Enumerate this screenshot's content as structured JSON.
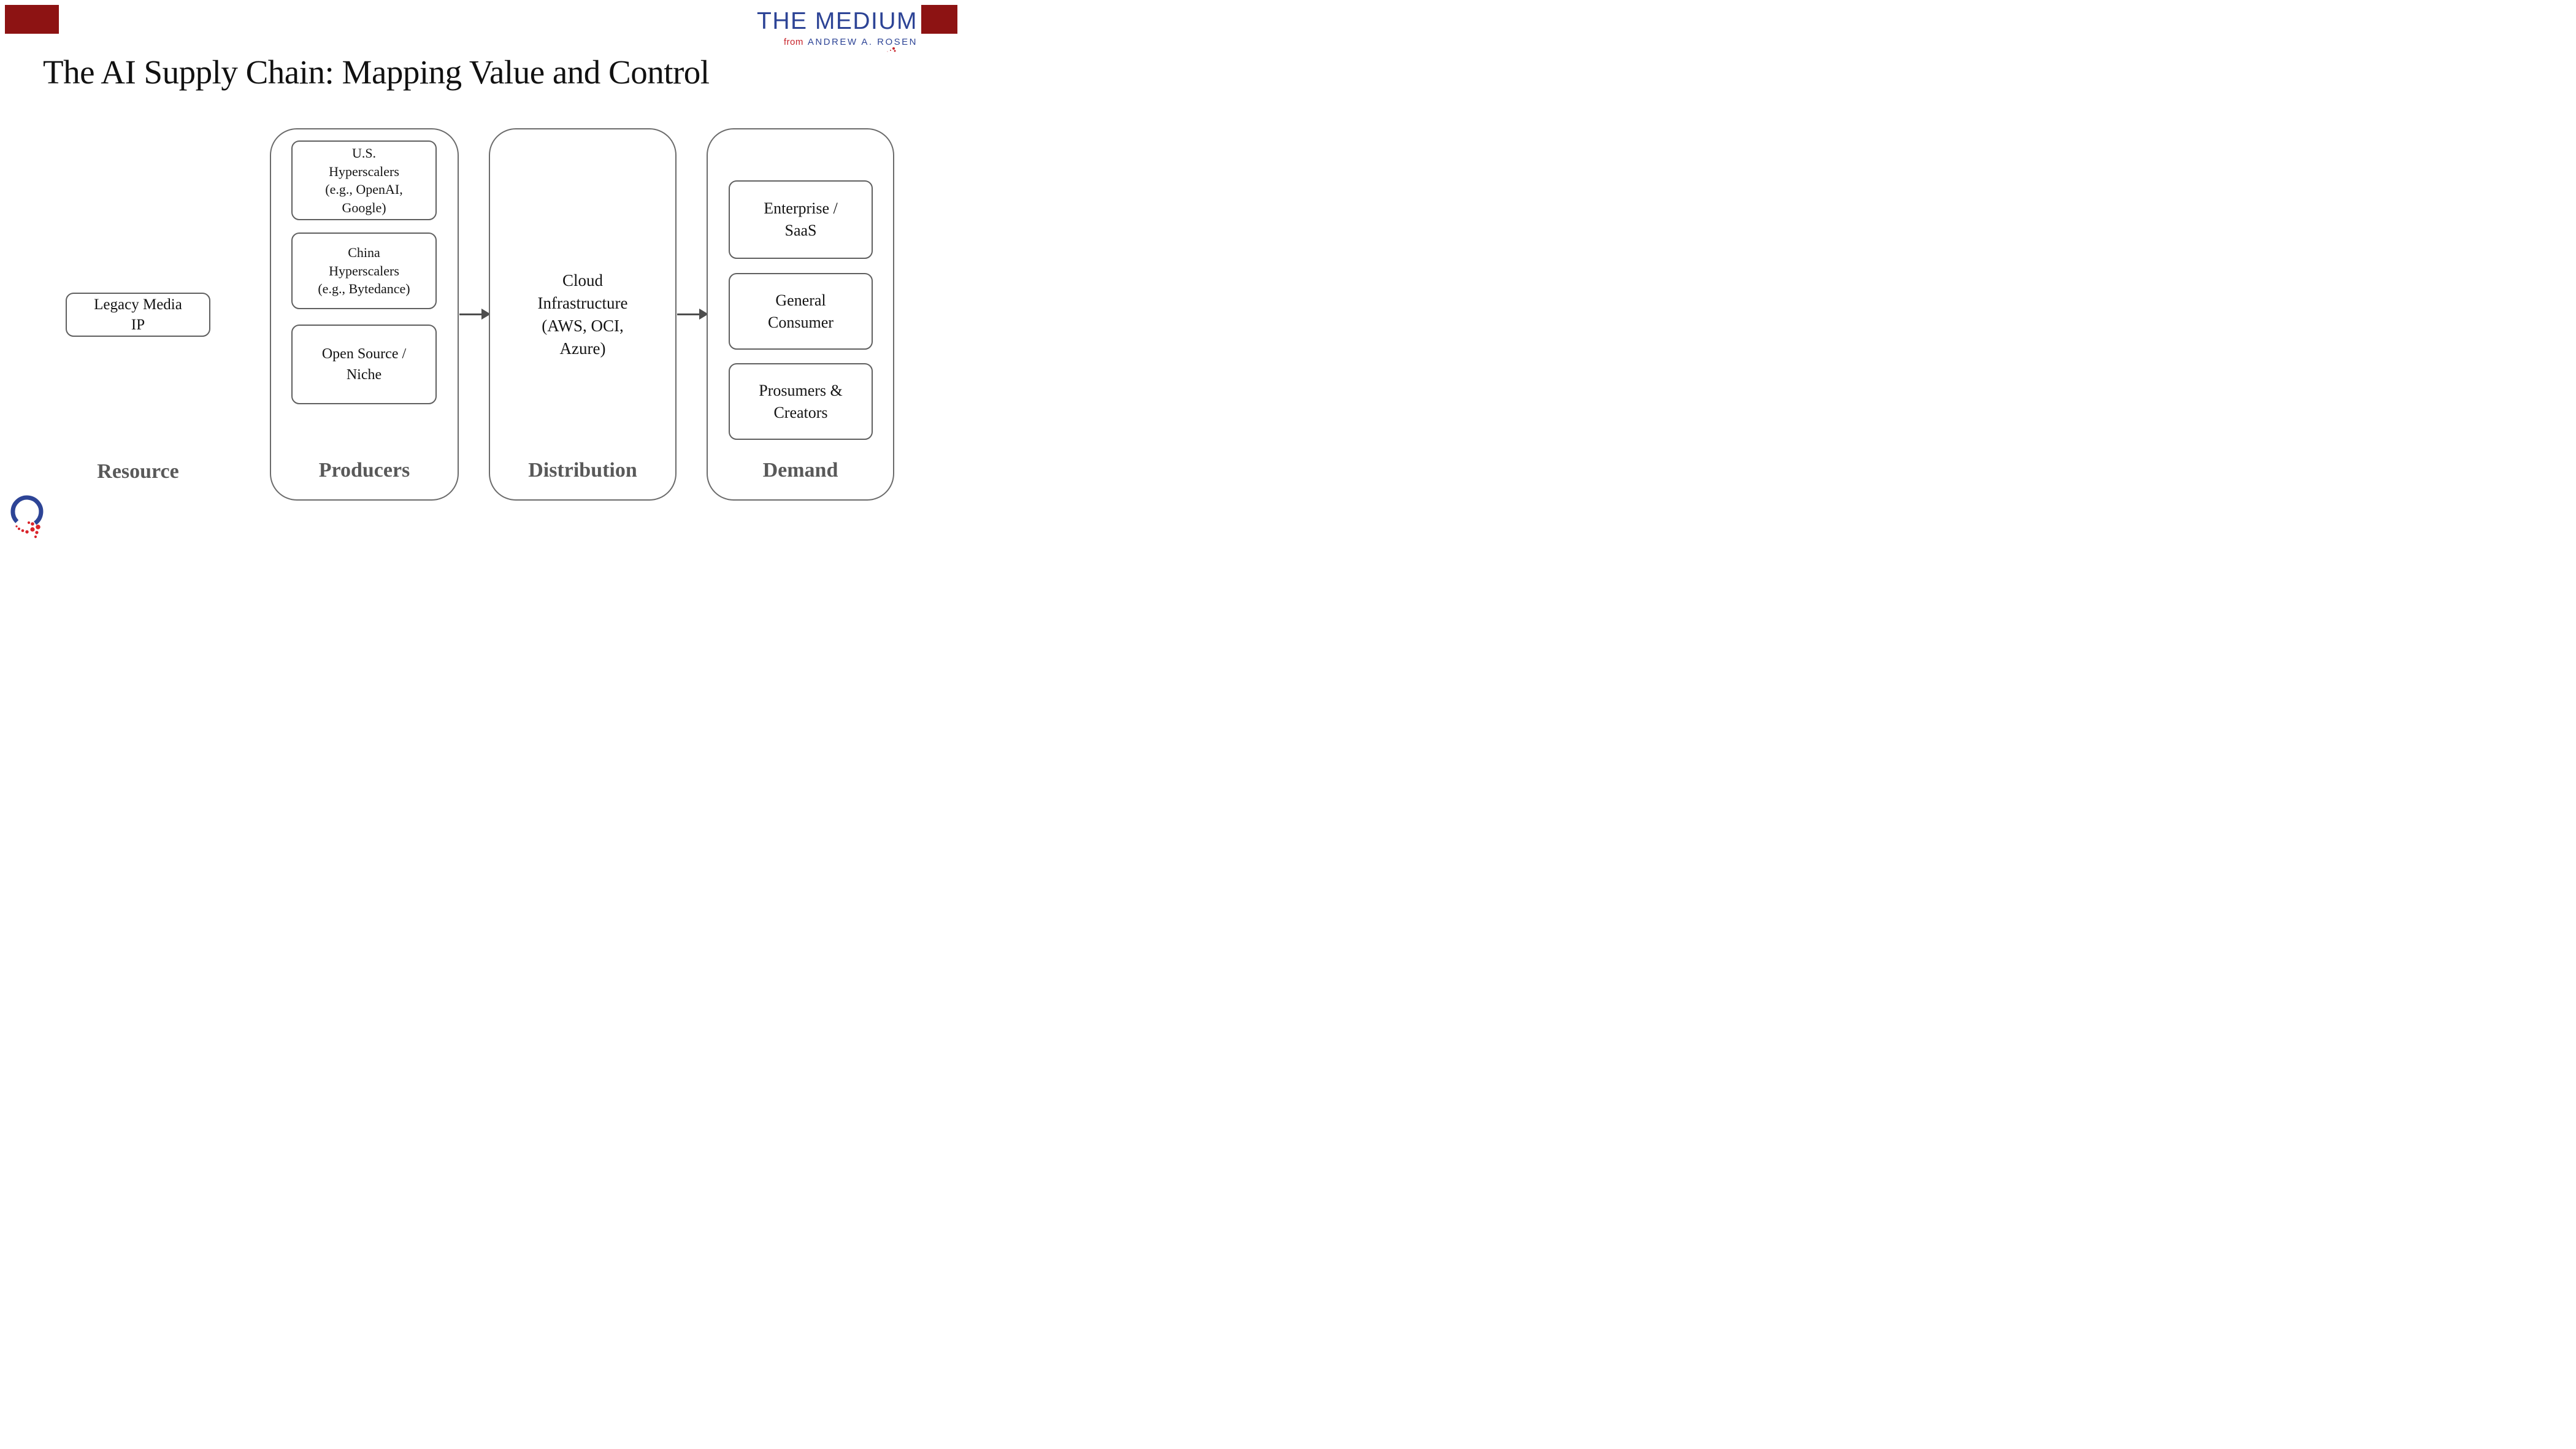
{
  "brand": {
    "title": "THE MEDIUM",
    "from_word": "from",
    "author": "ANDREW A. ROSEN"
  },
  "slide": {
    "title": "The AI Supply Chain: Mapping Value and Control"
  },
  "columns": [
    {
      "id": "resource",
      "label": "Resource",
      "boxes": [
        {
          "lines": [
            "Legacy Media",
            "IP"
          ]
        }
      ]
    },
    {
      "id": "producers",
      "label": "Producers",
      "boxes": [
        {
          "lines": [
            "U.S.",
            "Hyperscalers",
            "(e.g., OpenAI,",
            "Google)"
          ]
        },
        {
          "lines": [
            "China",
            "Hyperscalers",
            "(e.g., Bytedance)"
          ]
        },
        {
          "lines": [
            "Open Source /",
            "Niche"
          ]
        }
      ]
    },
    {
      "id": "distribution",
      "label": "Distribution",
      "center_lines": [
        "Cloud",
        "Infrastructure",
        "(AWS, OCI,",
        "Azure)"
      ]
    },
    {
      "id": "demand",
      "label": "Demand",
      "boxes": [
        {
          "lines": [
            "Enterprise /",
            "SaaS"
          ]
        },
        {
          "lines": [
            "General",
            "Consumer"
          ]
        },
        {
          "lines": [
            "Prosumers &",
            "Creators"
          ]
        }
      ]
    }
  ],
  "arrows": [
    {
      "from": "Producers",
      "to": "Distribution"
    },
    {
      "from": "Distribution",
      "to": "Demand"
    }
  ],
  "colors": {
    "brand_blue": "#2d4496",
    "brand_red": "#c8252c",
    "corner_block": "#8d1313",
    "container_border": "#6b6b6b",
    "box_border": "#5f5f5f",
    "label_gray": "#595959",
    "arrow_gray": "#4d4d4d",
    "text_black": "#141414",
    "dot_red": "#d9232a"
  }
}
